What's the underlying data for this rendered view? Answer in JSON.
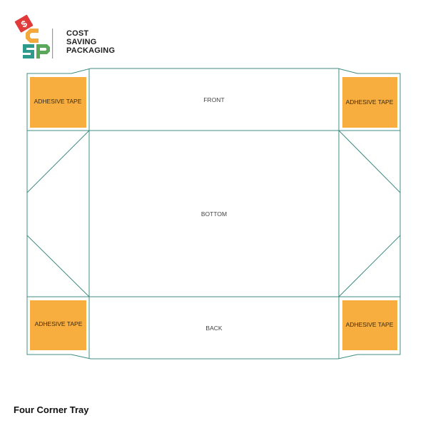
{
  "brand": {
    "lines": [
      "COST",
      "SAVING",
      "PACKAGING"
    ],
    "logo_icon": "cost-saving-packaging-logo-icon",
    "colors": {
      "red": "#e03a3a",
      "orange": "#f3a93c",
      "teal": "#2e9a8c",
      "green": "#5aa85a",
      "dark": "#1f1f1f"
    }
  },
  "diagram": {
    "line_color": "#3f8c82",
    "tape_color": "#f8ae3f",
    "panels": {
      "front": "FRONT",
      "bottom": "BOTTOM",
      "back": "BACK"
    },
    "tapes": [
      "ADHESIVE TAPE",
      "ADHESIVE TAPE",
      "ADHESIVE TAPE",
      "ADHESIVE TAPE"
    ]
  },
  "caption": "Four Corner Tray"
}
